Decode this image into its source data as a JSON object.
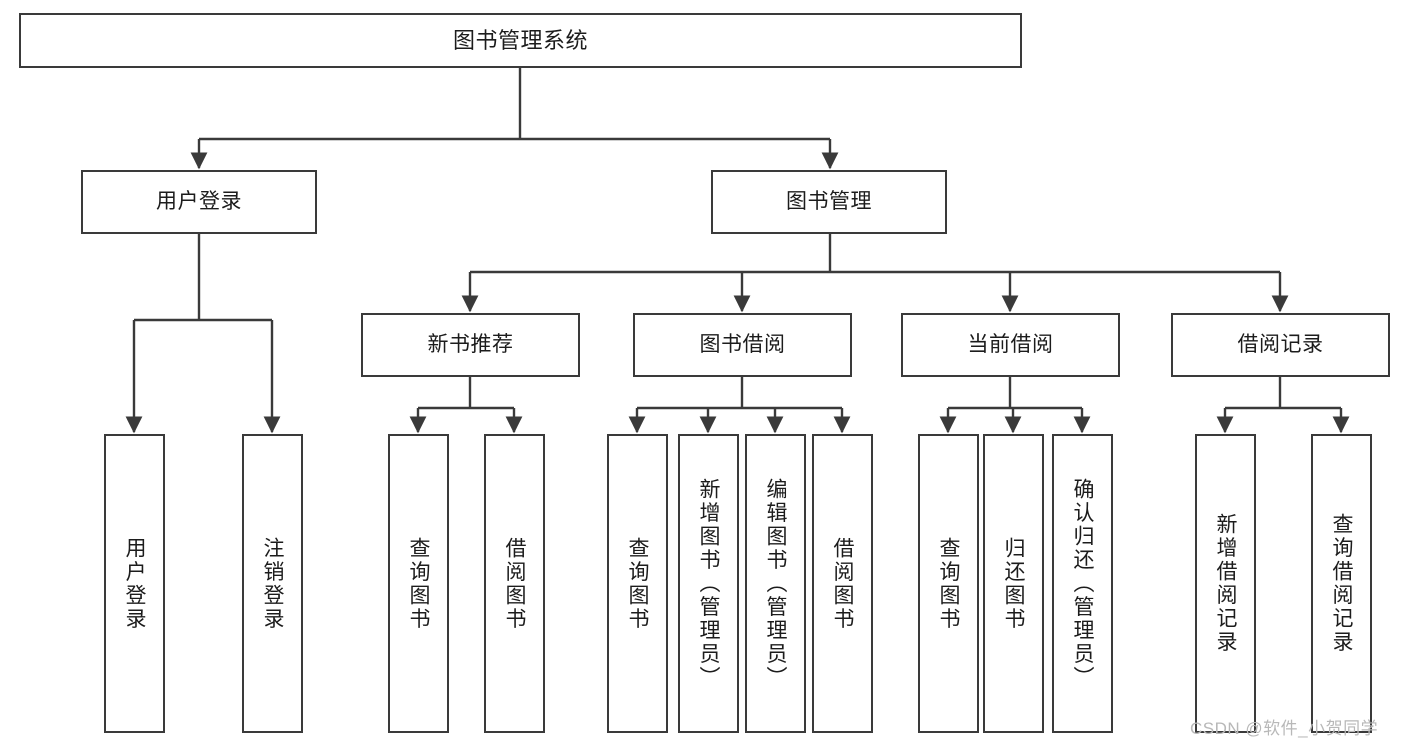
{
  "diagram": {
    "title": "图书管理系统",
    "type": "functional-structure-tree",
    "watermark": "CSDN @软件_小贺同学",
    "stroke_color": "#3a3a3a",
    "fill_color": "#ffffff",
    "text_color": "#1c1c1c",
    "watermark_color": "#b8b8b8"
  },
  "nodes": {
    "root": {
      "label": "图书管理系统"
    },
    "level2": [
      {
        "label": "用户登录"
      },
      {
        "label": "图书管理"
      }
    ],
    "level3": [
      {
        "label": "新书推荐"
      },
      {
        "label": "图书借阅"
      },
      {
        "label": "当前借阅"
      },
      {
        "label": "借阅记录"
      }
    ],
    "leaves": {
      "user_login": [
        {
          "label": "用户登录"
        },
        {
          "label": "注销登录"
        }
      ],
      "new_book_recommend": [
        {
          "label": "查询图书"
        },
        {
          "label": "借阅图书"
        }
      ],
      "book_borrow": [
        {
          "label": "查询图书"
        },
        {
          "label": "新增图书（管理员）"
        },
        {
          "label": "编辑图书（管理员）"
        },
        {
          "label": "借阅图书"
        }
      ],
      "current_borrow": [
        {
          "label": "查询图书"
        },
        {
          "label": "归还图书"
        },
        {
          "label": "确认归还（管理员）"
        }
      ],
      "borrow_records": [
        {
          "label": "新增借阅记录"
        },
        {
          "label": "查询借阅记录"
        }
      ]
    }
  }
}
